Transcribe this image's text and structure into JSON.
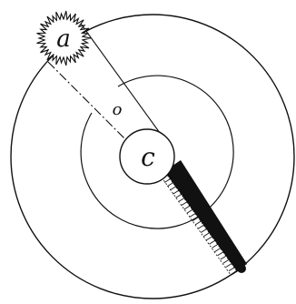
{
  "diagram": {
    "labels": {
      "sun": "a",
      "point": "o",
      "center": "c"
    },
    "colors": {
      "ink": "#111111",
      "paper": "#ffffff"
    },
    "elements": [
      "outer-circle",
      "inner-circle",
      "sun-body",
      "central-body",
      "shadow-cone",
      "shadow-band",
      "end-dot"
    ]
  }
}
